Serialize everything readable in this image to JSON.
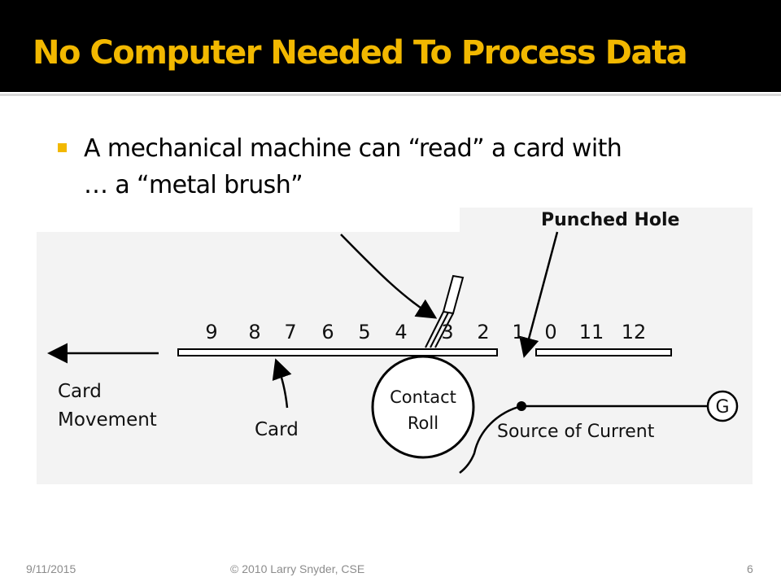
{
  "slide": {
    "title": "No Computer Needed To Process Data",
    "bullet": {
      "line1": "A mechanical machine can “read” a card with",
      "line2": "… a “metal brush”"
    },
    "title_color": "#f2b800",
    "accent_color": "#f2b800"
  },
  "figure": {
    "label_punched_hole": "Punched Hole",
    "digits": [
      "9",
      "8",
      "7",
      "6",
      "5",
      "4",
      "3",
      "2",
      "1",
      "0",
      "11",
      "12"
    ],
    "label_card_movement_1": "Card",
    "label_card_movement_2": "Movement",
    "label_card": "Card",
    "label_contact_1": "Contact",
    "label_contact_2": "Roll",
    "label_source": "Source of Current",
    "label_generator": "G"
  },
  "footer": {
    "date": "9/11/2015",
    "copyright": "© 2010 Larry Snyder, CSE",
    "page": "6"
  }
}
